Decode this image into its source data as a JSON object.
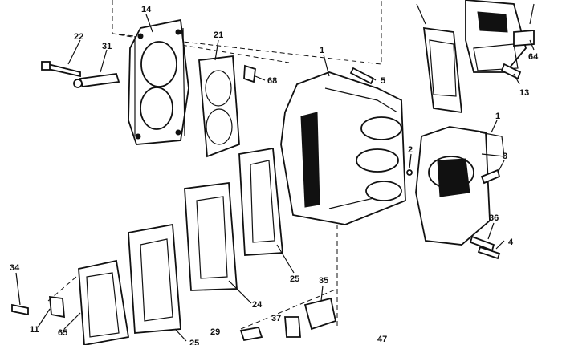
{
  "diagram": {
    "callouts": [
      {
        "id": "c14",
        "label": "14"
      },
      {
        "id": "c22",
        "label": "22"
      },
      {
        "id": "c31",
        "label": "31"
      },
      {
        "id": "c21",
        "label": "21"
      },
      {
        "id": "c68",
        "label": "68"
      },
      {
        "id": "c1a",
        "label": "1"
      },
      {
        "id": "c5",
        "label": "5"
      },
      {
        "id": "c64",
        "label": "64"
      },
      {
        "id": "c13",
        "label": "13"
      },
      {
        "id": "c1b",
        "label": "1"
      },
      {
        "id": "c2",
        "label": "2"
      },
      {
        "id": "c3",
        "label": "3"
      },
      {
        "id": "c36",
        "label": "36"
      },
      {
        "id": "c4",
        "label": "4"
      },
      {
        "id": "c25a",
        "label": "25"
      },
      {
        "id": "c24",
        "label": "24"
      },
      {
        "id": "c35",
        "label": "35"
      },
      {
        "id": "c34",
        "label": "34"
      },
      {
        "id": "c11",
        "label": "11"
      },
      {
        "id": "c65",
        "label": "65"
      },
      {
        "id": "c25b",
        "label": "25"
      },
      {
        "id": "c29",
        "label": "29"
      },
      {
        "id": "c37",
        "label": "37"
      },
      {
        "id": "c47",
        "label": "47"
      }
    ]
  }
}
